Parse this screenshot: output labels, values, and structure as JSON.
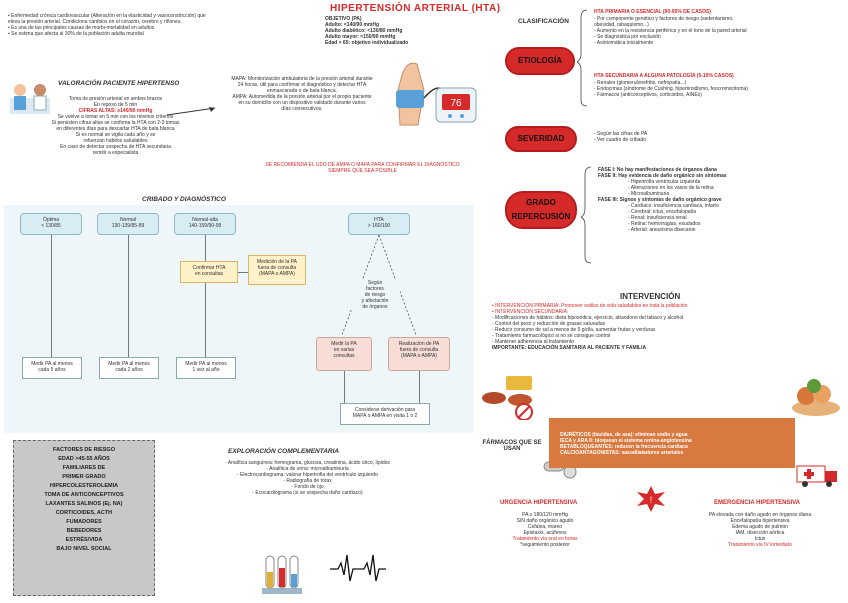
{
  "header": {
    "title": "HIPERTENSIÓN ARTERIAL (HTA)"
  },
  "intro": {
    "lines": [
      "• Enfermedad crónica cardiovascular (Alteración en la elasticidad y vasoconstricción) que",
      "  eleva la presión arterial. Condiciona cambios en el corazón, cerebro y riñones.",
      "• Es una de las principales causas de morbi-mortalidad en adultos",
      "• Se estima que afecta al 30% de la población adulta mundial"
    ]
  },
  "bp_box": {
    "lines": [
      "OBJETIVO (PA)",
      "Adulto: <140/90 mmHg",
      "Adulto diabético: <130/80 mmHg",
      "Adulto mayor: <150/90 mmHg",
      "Edad > 65: objetivo individualizado"
    ]
  },
  "monitor": {
    "value": "76"
  },
  "valoracion": {
    "title": "VALORACIÓN PACIENTE HIPERTENSO",
    "lines": [
      "Toma de presión arterial en ambos brazos",
      "En reposo de 5 min",
      "CIFRAS ALTAS: ≥140/90 mmHg",
      "Se vuelve a tomar en 5 min con los mismos criterios",
      "Si persisten cifras altas se confirma la HTA con 2-3 tomas",
      "en diferentes días para descartar HTA de bata blanca",
      "Si es normal se vigila cada año y se",
      "refuerzan hábitos saludables",
      "En caso de detectar sospecha de HTA secundaria",
      "remitir a especialista"
    ]
  },
  "mapa_note": {
    "lines": [
      "MAPA: Monitorización ambulatoria de la presión arterial durante",
      "24 horas, útil para confirmar el diagnóstico y detectar HTA",
      "enmascarada o de bata blanca.",
      "AMPA: Automedida de la presión arterial por el propio paciente",
      "en su domicilio con un dispositivo validado durante varios",
      "días consecutivos."
    ]
  },
  "red_note": "SE RECOMIENDA EL USO DE AMPA O MAPA PARA CONFIRMAR EL DIAGNÓSTICO SIEMPRE QUE SEA POSIBLE",
  "cribado": {
    "title": "CRIBADO Y DIAGNÓSTICO",
    "optima": "Óptima\n< 130/85",
    "normal": "Normal\n130-139/85-89",
    "limite": "Normal-alta\n140-159/90-99",
    "hta": "HTA\n> 160/100",
    "medir2_a": "Medir PA al menos\ncada 5 años",
    "medir2_b": "Medir PA al menos\ncada 2 años",
    "medir1": "Medir PA al menos\n1 vez al año",
    "confirmar": "Confirmar HTA\nen consultas",
    "medicion": "Medición de la PA\nfuera de consulta\n(MAPA o AMPA)",
    "segun": "Según\nfactores\nde riesgo\ny afectación\nde órganos",
    "medir_hta": "Medir la PA\nen varias\nconsultas",
    "realizacion": "Realización de PA\nfuera de consulta\n(MAPA o AMPA)",
    "considerar": "Considerar derivación para\nMAPA o AMPA en visita 1 o 2"
  },
  "clasificacion": {
    "title": "CLASIFICACIÓN",
    "etiologia": {
      "label": "ETIOLOGÍA",
      "primaria_title": "HTA PRIMARIA O ESENCIAL (90-95% DE CASOS)",
      "primaria_lines": [
        "- Por componente genético y factores de riesgo (sedentarismo,",
        "  obesidad, tabaquismo...)",
        "- Aumento en la resistencia periférica y en el tono de la pared arterial",
        "- Se diagnostica por exclusión",
        "- Asintomática inicialmente"
      ],
      "secundaria_title": "HTA SECUNDARIA A ALGUNA PATOLOGÍA (5-10% CASOS)",
      "secundaria_lines": [
        "- Renales (glomerulonefritis, nefropatía...)",
        "- Endocrinas (síndrome de Cushing, hipertiroidismo, feocromocitoma)",
        "- Fármacos (anticonceptivos, corticoides, AINEs)"
      ]
    },
    "severidad": {
      "label": "SEVERIDAD",
      "lines": [
        "- Según las cifras de PA",
        "- Ver cuadro de cribado"
      ]
    },
    "grado": {
      "label": "GRADO REPERCUSIÓN",
      "fase1": "FASE I: No hay manifestaciones de órganos diana",
      "fase2": "FASE II: Hay evidencia de daño orgánico sin síntomas",
      "fase2_lines": [
        "- Hipertrofia ventricular izquierda",
        "- Alteraciones en los vasos de la retina",
        "- Microalbuminuria"
      ],
      "fase3": "FASE III: Signos y síntomas de daño orgánico grave",
      "fase3_lines": [
        "- Cardíaco: insuficiencia cardíaca, infarto",
        "- Cerebral: ictus, encefalopatía",
        "- Renal: insuficiencia renal",
        "- Retina: hemorragias, exudados",
        "- Arterial: aneurisma disecante"
      ]
    }
  },
  "intervencion": {
    "title": "INTERVENCIÓN",
    "lines": [
      "• INTERVENCIÓN PRIMARIA: Promover estilos de vida saludables en toda la población",
      "• INTERVENCIÓN SECUNDARIA:",
      "  - Modificaciones de hábitos: dieta hiposódica, ejercicio, abandono del tabaco y alcohol",
      "  - Control del peso y reducción de grasas saturadas",
      "  - Reducir consumo de sal a menos de 5 g/día, aumentar frutas y verduras",
      "  - Tratamiento farmacológico si no se consigue control",
      "  - Mantener adherencia al tratamiento",
      "  IMPORTANTE: EDUCACIÓN SANITARIA AL PACIENTE Y FAMILIA"
    ]
  },
  "farmacos": {
    "title": "FÁRMACOS QUE SE USAN",
    "lines": [
      "DIURÉTICOS (tiazidas, de asa): eliminan sodio y agua",
      "IECA y ARA II: bloquean el sistema renina-angiotensina",
      "BETABLOQUEANTES: reducen la frecuencia cardíaca",
      "CALCIOANTAGONISTAS: vasodilatadores arteriales"
    ]
  },
  "factores": {
    "title": "FACTORES DE RIESGO",
    "items": [
      "EDAD >45-55 AÑOS",
      "FAMILIARES DE",
      "PRIMER GRADO",
      "HIPERCOLESTEROLEMIA",
      "TOMA DE ANTICONCEPTIVOS",
      "LAXANTES SALINOS (Ej. NA)",
      "CORTICOIDES, ACTH",
      "FUMADORES",
      "BEBEDORES",
      "ESTRÉS/VIDA",
      "BAJO NIVEL SOCIAL"
    ]
  },
  "exploracion": {
    "title": "EXPLORACIÓN COMPLEMENTARIA",
    "lines": [
      "- Analítica sanguínea: hemograma, glucosa, creatinina, ácido úrico, lípidos",
      "- Analítica de orina: microalbuminuria",
      "- Electrocardiograma: valorar hipertrofia del ventrículo izquierdo",
      "- Radiografía de tórax",
      "- Fondo de ojo",
      "- Ecocardiograma (si se sospecha daño cardíaco)"
    ]
  },
  "urgencia": {
    "title": "URGENCIA HIPERTENSIVA",
    "lines": [
      "PA ≥ 180/120 mmHg",
      "SIN daño orgánico agudo",
      "Cefalea, mareo",
      "Epistaxis, acúfenos",
      "Tratamiento vía oral en horas",
      "*seguimiento posterior"
    ]
  },
  "emergencia": {
    "title": "EMERGENCIA HIPERTENSIVA",
    "lines": [
      "PA elevada con daño agudo en órganos diana",
      "Encefalopatía hipertensiva",
      "Edema agudo de pulmón",
      "IAM, disección aórtica",
      "Ictus",
      "Tratamiento vía IV inmediato"
    ]
  }
}
